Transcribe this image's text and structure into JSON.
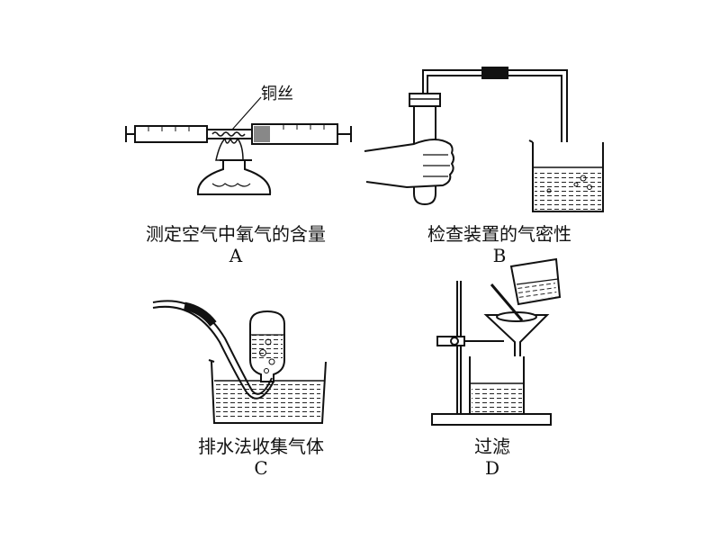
{
  "panels": {
    "a": {
      "caption": "测定空气中氧气的含量",
      "letter": "A",
      "callout": "铜丝"
    },
    "b": {
      "caption": "检查装置的气密性",
      "letter": "B"
    },
    "c": {
      "caption": "排水法收集气体",
      "letter": "C"
    },
    "d": {
      "caption": "过滤",
      "letter": "D"
    }
  }
}
